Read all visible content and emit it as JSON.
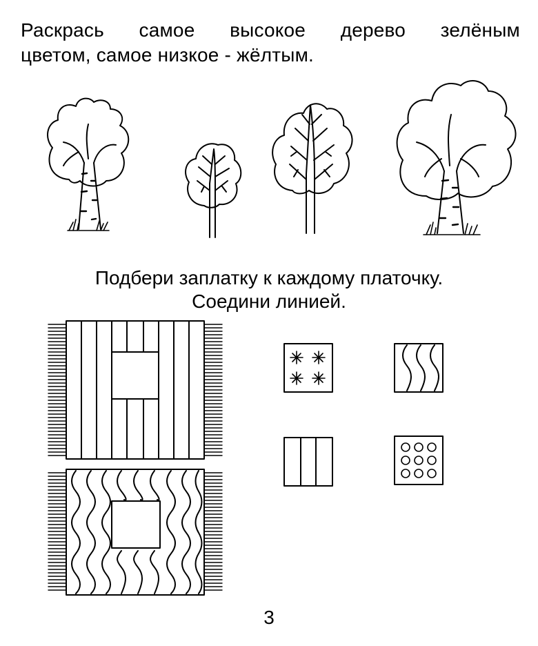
{
  "task_color_trees": {
    "line1": "Раскрась самое высокое дерево зелёным",
    "line2": "цветом, самое низкое - жёлтым."
  },
  "task_match_patches": {
    "line1": "Подбери заплатку к каждому платочку.",
    "line2": "Соедини линией."
  },
  "page_number": "3",
  "trees": [
    {
      "kind": "birch",
      "size": "medium"
    },
    {
      "kind": "deciduous",
      "size": "small"
    },
    {
      "kind": "deciduous",
      "size": "medium"
    },
    {
      "kind": "birch",
      "size": "large"
    }
  ],
  "handkerchiefs": [
    {
      "pattern": "vertical-stripes"
    },
    {
      "pattern": "wavy-lines"
    }
  ],
  "patches": [
    {
      "pattern": "asterisks"
    },
    {
      "pattern": "wavy-lines"
    },
    {
      "pattern": "vertical-stripes"
    },
    {
      "pattern": "circles"
    }
  ]
}
